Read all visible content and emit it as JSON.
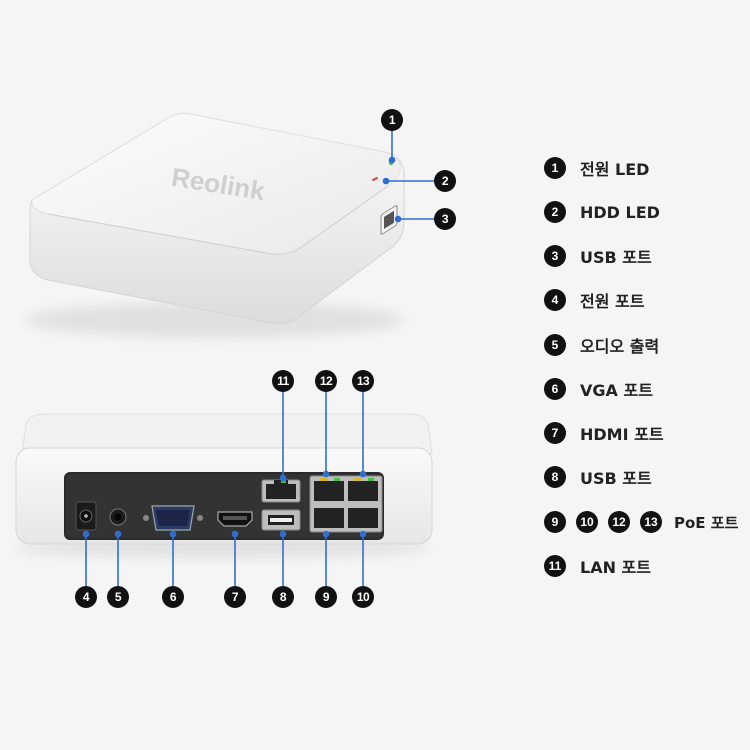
{
  "brand": "Reolink",
  "callouts": {
    "power_led": "1",
    "hdd_led": "2",
    "usb_front": "3",
    "power_port": "4",
    "audio_out": "5",
    "vga": "6",
    "hdmi": "7",
    "usb_rear": "8",
    "poe_a": "9",
    "poe_b": "10",
    "lan": "11",
    "poe_c": "12",
    "poe_d": "13"
  },
  "legend": [
    {
      "num": "1",
      "label": "전원 LED"
    },
    {
      "num": "2",
      "label": "HDD LED"
    },
    {
      "num": "3",
      "label": "USB 포트"
    },
    {
      "num": "4",
      "label": "전원 포트"
    },
    {
      "num": "5",
      "label": "오디오 출력"
    },
    {
      "num": "6",
      "label": "VGA 포트"
    },
    {
      "num": "7",
      "label": "HDMI 포트"
    },
    {
      "num": "8",
      "label": "USB 포트"
    },
    {
      "nums": [
        "9",
        "10",
        "12",
        "13"
      ],
      "label": "PoE 포트"
    },
    {
      "num": "11",
      "label": "LAN 포트"
    }
  ],
  "colors": {
    "leader_line": "#2f6fd1",
    "badge": "#111111",
    "power_led": "#3ec23e",
    "hdd_led": "#e23b3b"
  }
}
